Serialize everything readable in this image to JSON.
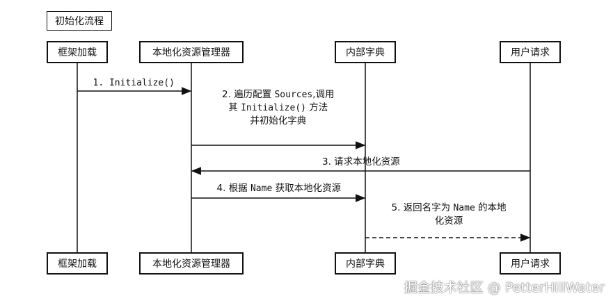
{
  "frame": {
    "title": "初始化流程"
  },
  "participants": [
    {
      "id": "framework",
      "label": "框架加载"
    },
    {
      "id": "manager",
      "label": "本地化资源管理器"
    },
    {
      "id": "dictionary",
      "label": "内部字典"
    },
    {
      "id": "request",
      "label": "用户请求"
    }
  ],
  "messages": [
    {
      "id": "m1",
      "from": "framework",
      "to": "manager",
      "style": "solid",
      "lines": [
        [
          {
            "t": "1. Initialize()",
            "mono": true
          }
        ]
      ]
    },
    {
      "id": "m2",
      "from": "manager",
      "to": "dictionary",
      "style": "solid",
      "lines": [
        [
          {
            "t": "2. 遍历配置 "
          },
          {
            "t": "Sources",
            "mono": true
          },
          {
            "t": ",调用"
          }
        ],
        [
          {
            "t": "其 "
          },
          {
            "t": "Initialize()",
            "mono": true
          },
          {
            "t": " 方法"
          }
        ],
        [
          {
            "t": "并初始化字典"
          }
        ]
      ]
    },
    {
      "id": "m3",
      "from": "request",
      "to": "manager",
      "style": "solid",
      "lines": [
        [
          {
            "t": "3. 请求本地化资源"
          }
        ]
      ]
    },
    {
      "id": "m4",
      "from": "manager",
      "to": "dictionary",
      "style": "solid",
      "lines": [
        [
          {
            "t": "4. 根据 "
          },
          {
            "t": "Name",
            "mono": true
          },
          {
            "t": " 获取本地化资源"
          }
        ]
      ]
    },
    {
      "id": "m5",
      "from": "dictionary",
      "to": "request",
      "style": "dashed",
      "lines": [
        [
          {
            "t": "5. 返回名字为 "
          },
          {
            "t": "Name",
            "mono": true
          },
          {
            "t": " 的本地"
          }
        ],
        [
          {
            "t": "化资源"
          }
        ]
      ]
    }
  ],
  "watermark": "掘金技术社区 @ PetterHillWater",
  "colors": {
    "line": "#111111",
    "background": "#ffffff"
  }
}
